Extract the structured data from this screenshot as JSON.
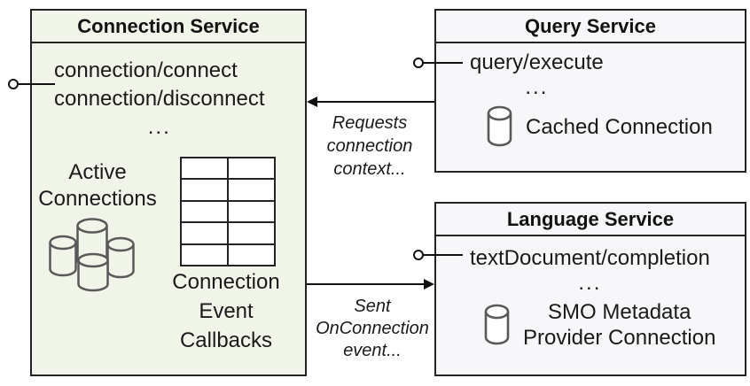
{
  "colors": {
    "connection_box_fill": "#f1f4e9",
    "service_box_fill": "#f7f7f9",
    "border": "#242424",
    "line": "#111111",
    "icon_stroke": "#595959",
    "text": "#1a1a1a"
  },
  "connection_service": {
    "title": "Connection Service",
    "methods": [
      "connection/connect",
      "connection/disconnect"
    ],
    "ellipsis": "...",
    "active_connections": [
      "Active",
      "Connections"
    ],
    "callbacks": [
      "Connection",
      "Event",
      "Callbacks"
    ]
  },
  "query_service": {
    "title": "Query Service",
    "method": "query/execute",
    "ellipsis": "...",
    "cached_connection": "Cached Connection"
  },
  "language_service": {
    "title": "Language Service",
    "method": "textDocument/completion",
    "ellipsis": "...",
    "smo": [
      "SMO Metadata",
      "Provider Connection"
    ]
  },
  "arrows": {
    "requests": [
      "Requests",
      "connection",
      "context..."
    ],
    "sent": [
      "Sent",
      "OnConnection",
      "event..."
    ]
  },
  "icons": {
    "database": "database-cylinder-icon",
    "cluster": "active-connections-cluster-icon",
    "table": "callbacks-table-icon",
    "lollipop": "interface-lollipop-connector"
  }
}
